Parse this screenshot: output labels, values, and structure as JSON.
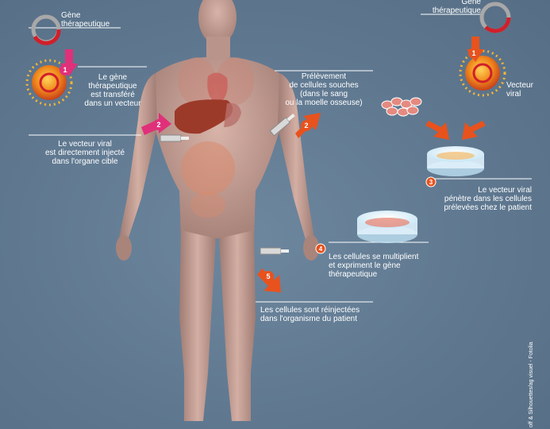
{
  "labels": {
    "gene_left": "Gène thérapeutique",
    "gene_right": "Gène thérapeutique",
    "left_1": [
      "Le gène",
      "thérapeutique",
      "est transféré",
      "dans un vecteur"
    ],
    "left_2": [
      "Le vecteur viral",
      "est directement injecté",
      "dans l'organe cible"
    ],
    "prelevement": [
      "Prélèvement",
      "de cellules souches",
      "(dans le sang",
      "ou la moelle osseuse)"
    ],
    "vecteur_viral": [
      "Vecteur",
      "viral"
    ],
    "step3": [
      "Le vecteur viral",
      "pénètre dans les cellules",
      "prélevées chez le patient"
    ],
    "step4": [
      "Les cellules se multiplient",
      "et expriment le gène",
      "thérapeutique"
    ],
    "step5": [
      "Les cellules sont réinjectées",
      "dans l'organisme du patient"
    ]
  },
  "step_numbers": [
    "1",
    "2",
    "2",
    "1",
    "3",
    "4",
    "5"
  ],
  "credit": "off & Silhouettes/ag visuel - Fotolia",
  "colors": {
    "background": "#5f7890",
    "pink_arrow": "#e0307a",
    "orange_arrow": "#e8521d",
    "gene_ring": "#a8a8a8",
    "gene_segment": "#d0202a",
    "text": "#ffffff"
  }
}
